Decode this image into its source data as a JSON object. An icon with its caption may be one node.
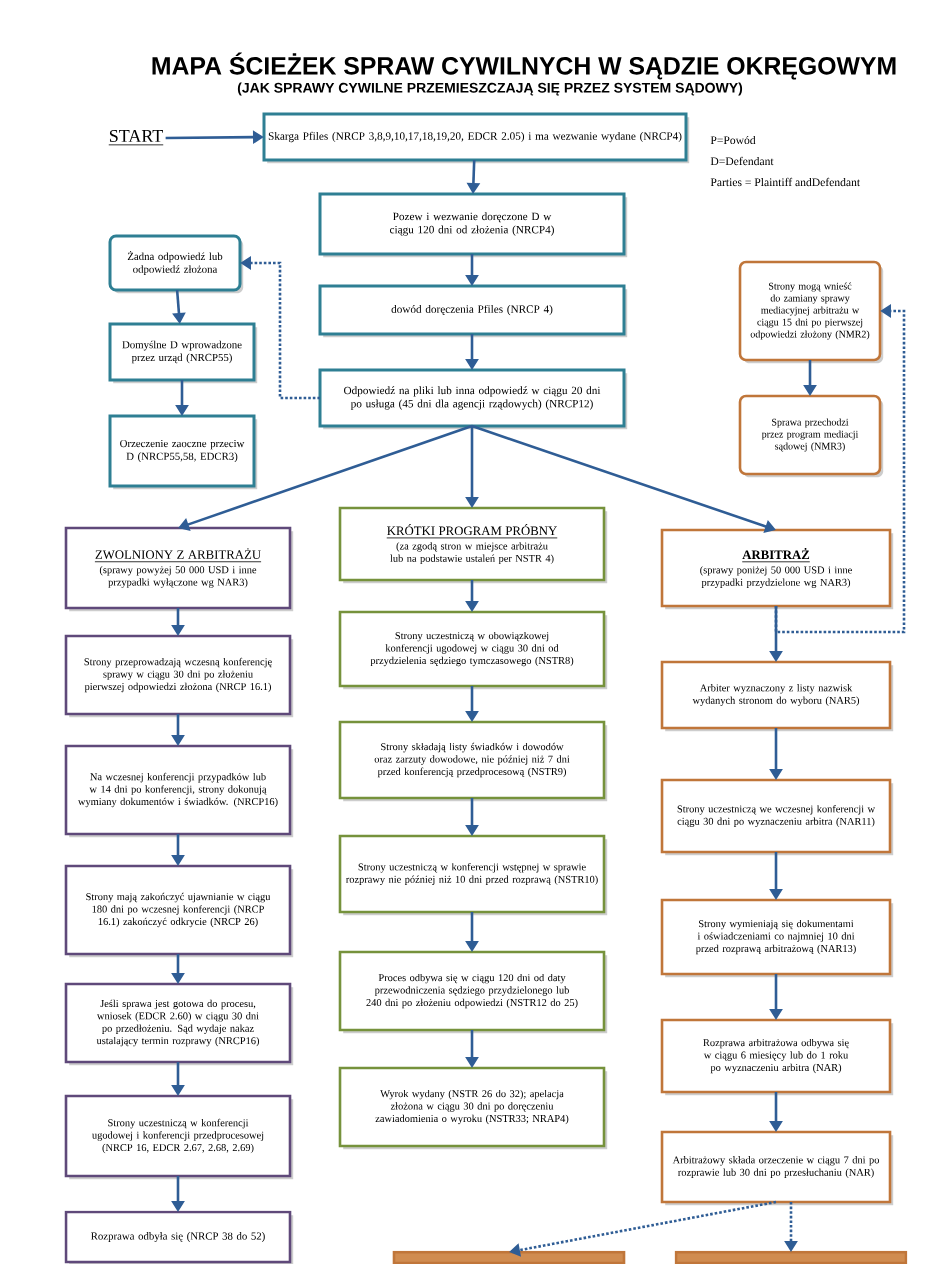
{
  "diagram": {
    "title": "MAPA ŚCIEŻEK SPRAW CYWILNYCH W SĄDZIE OKRĘGOWYM",
    "nodes": [
      {
        "text": [
          "START"
        ]
      },
      {
        "text": [
          "Skarga Pfiles (NRCP 3,8,9,10,17,18,19,20, EDCR 2.05) i ma wezwanie wydane (NRCP4)"
        ]
      },
      {
        "text": [
          "Pozew i wezwanie doręczone D w ciągu 120 dni od złożenia (NRCP4)"
        ]
      },
      {
        "text": [
          "dowód doręczenia Pfiles (NRCP 4)"
        ]
      },
      {
        "text": [
          "Odpowiedź na pliki lub inna odpowiedź w ciągu 20 dni po usługa (45 dni dla agencji rządowych) (NRCP12)"
        ]
      },
      {
        "text": [
          "Żadna odpowiedź lub odpowiedź złożona"
        ]
      },
      {
        "text": [
          "Domyślne D wprowadzone przez urząd (NRCP55)"
        ]
      },
      {
        "text": [
          "Orzeczenie zaoczne przeciw D (NRCP55,58, EDCR3)"
        ]
      },
      {
        "text": [
          "Strony mogą wnieść do zamiany sprawy mediacyjnej arbitrażu w ciągu 15 dni po pierwszej odpowiedzi złożony (NMR2)"
        ]
      },
      {
        "text": [
          "Sprawa przechodzi przez program mediacji sądowej (NMR3)"
        ]
      },
      {
        "text": [
          "ZWOLNIONY Z ARBITRAŻU",
          "(sprawy powyżej 50 000 USD i inne przypadki wyłączone wg NAR3)"
        ]
      },
      {
        "text": [
          "Strony przeprowadzają wczesną konferencję sprawy w ciągu 30 dni po złożeniu pierwszej odpowiedzi złożona (NRCP 16.1)"
        ]
      },
      {
        "text": [
          "Na wczesnej konferencji przypadków lub w 14 dni po konferencji, strony dokonują wymiany dokumentów i świadków. (NRCP16)"
        ]
      },
      {
        "text": [
          "Strony mają zakończyć ujawnianie w ciągu 180 dni po wczesnej konferencji (NRCP 16.1) zakończyć odkrycie (NRCP 26)"
        ]
      },
      {
        "text": [
          "Jeśli sprawa jest gotowa do procesu, wniosek (EDCR 2.60) w ciągu 30 dni po przedłożeniu. Sąd wydaje nakaz ustalający termin rozprawy (NRCP16)"
        ]
      },
      {
        "text": [
          "Strony uczestniczą w konferencji ugodowej i konferencji przedprocesowej (NRCP 16, EDCR 2.67, 2.68, 2.69)"
        ]
      },
      {
        "text": [
          "Rozprawa odbyła się (NRCP 38 do 52)"
        ]
      },
      {
        "text": [
          "KRÓTKI PROGRAM PRÓBNY",
          "(za zgodą stron w miejsce arbitrażu lub na podstawie ustaleń per NSTR 4)"
        ]
      },
      {
        "text": [
          "Strony uczestniczą w obowiązkowej konferencji ugodowej w ciągu 30 dni od przydzielenia sędziego tymczasowego (NSTR8)"
        ]
      },
      {
        "text": [
          "Strony składają listy świadków i dowodów oraz zarzuty dowodowe, nie później niż 7 dni przed konferencją przedprocesową (NSTR9)"
        ]
      },
      {
        "text": [
          "Strony uczestniczą w konferencji wstępnej w sprawie rozprawy nie później niż 10 dni przed rozprawą (NSTR10)"
        ]
      },
      {
        "text": [
          "Proces odbywa się w ciągu 120 dni od daty przewodniczenia sędziego przydzielonego lub 240 dni po złożeniu odpowiedzi (NSTR12 do 25)"
        ]
      },
      {
        "text": [
          "Wyrok wydany (NSTR 26 do 32); apelacja złożona w ciągu 30 dni po doręczeniu zawiadomienia o wyroku (NSTR33; NRAP4)"
        ]
      },
      {
        "text": [
          "ARBITRAŻ",
          "(sprawy poniżej 50 000 USD i inne przypadki przydzielone wg NAR3)"
        ]
      },
      {
        "text": [
          "Arbiter wyznaczony z listy nazwisk wydanych stronom do wyboru (NAR5)"
        ]
      },
      {
        "text": [
          "Strony uczestniczą we wczesnej konferencji w ciągu 30 dni po wyznaczeniu arbitra (NAR11)"
        ]
      },
      {
        "text": [
          "Strony wymieniają się dokumentami i oświadczeniami co najmniej 10 dni przed rozprawą arbitrażową (NAR13)"
        ]
      },
      {
        "text": [
          "Rozprawa arbitrażowa odbywa się w ciągu 6 miesięcy lub do 1 roku po wyznaczeniu arbitra (NAR)"
        ]
      },
      {
        "text": [
          "Arbitrażowy składa orzeczenie w ciągu 7 dni po rozprawie lub 30 dni po przesłuchaniu (NAR)"
        ]
      },
      {
        "text": [],
        "shape": "box"
      },
      {
        "text": [],
        "shape": "box"
      }
    ],
    "edges": [
      {
        "from": 0,
        "to": 1,
        "arrow": "to"
      },
      {
        "from": 1,
        "to": 2,
        "arrow": "to"
      },
      {
        "from": 2,
        "to": 3,
        "arrow": "to"
      },
      {
        "from": 3,
        "to": 4,
        "arrow": "to"
      },
      {
        "from": 4,
        "to": 5,
        "arrow": "to",
        "style": "dashed"
      },
      {
        "from": 5,
        "to": 6,
        "arrow": "to"
      },
      {
        "from": 6,
        "to": 7,
        "arrow": "to"
      },
      {
        "from": 4,
        "to": 10,
        "arrow": "to"
      },
      {
        "from": 4,
        "to": 17,
        "arrow": "to"
      },
      {
        "from": 4,
        "to": 23,
        "arrow": "to"
      },
      {
        "from": 10,
        "to": 11,
        "arrow": "to"
      },
      {
        "from": 11,
        "to": 12,
        "arrow": "to"
      },
      {
        "from": 12,
        "to": 13,
        "arrow": "to"
      },
      {
        "from": 13,
        "to": 14,
        "arrow": "to"
      },
      {
        "from": 14,
        "to": 15,
        "arrow": "to"
      },
      {
        "from": 15,
        "to": 16,
        "arrow": "to"
      },
      {
        "from": 17,
        "to": 18,
        "arrow": "to"
      },
      {
        "from": 18,
        "to": 19,
        "arrow": "to"
      },
      {
        "from": 19,
        "to": 20,
        "arrow": "to"
      },
      {
        "from": 20,
        "to": 21,
        "arrow": "to"
      },
      {
        "from": 21,
        "to": 22,
        "arrow": "to"
      },
      {
        "from": 23,
        "to": 8,
        "arrow": "to",
        "style": "dashed"
      },
      {
        "from": 8,
        "to": 9,
        "arrow": "to"
      },
      {
        "from": 23,
        "to": 24,
        "arrow": "to"
      },
      {
        "from": 24,
        "to": 25,
        "arrow": "to"
      },
      {
        "from": 25,
        "to": 26,
        "arrow": "to"
      },
      {
        "from": 26,
        "to": 27,
        "arrow": "to"
      },
      {
        "from": 27,
        "to": 28,
        "arrow": "to"
      },
      {
        "from": 28,
        "to": 29,
        "arrow": "to",
        "style": "dashed"
      },
      {
        "from": 28,
        "to": 30,
        "arrow": "to",
        "style": "dashed"
      }
    ],
    "labels": [
      "(JAK SPRAWY CYWILNE PRZEMIESZCZAJĄ SIĘ PRZEZ SYSTEM SĄDOWY)",
      "P=Powód",
      "D=Defendant",
      "Parties = Plaintiff andDefendant"
    ]
  }
}
